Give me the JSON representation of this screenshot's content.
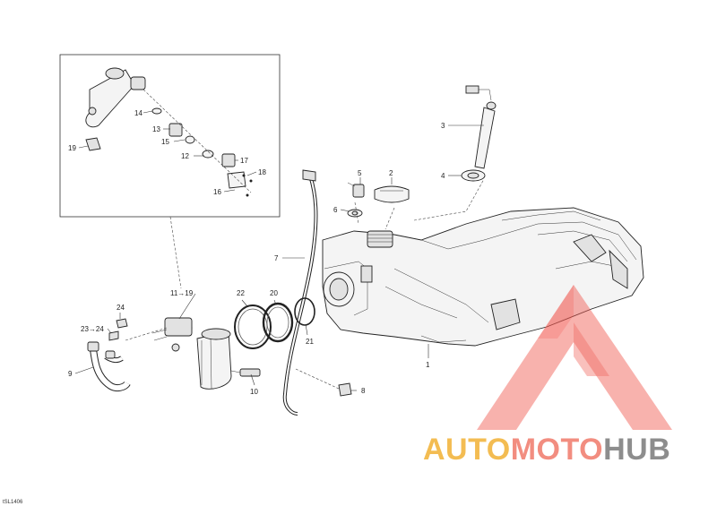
{
  "diagram": {
    "callouts": {
      "c1": "1",
      "c2": "2",
      "c3": "3",
      "c4": "4",
      "c5": "5",
      "c6": "6",
      "c7": "7",
      "c8": "8",
      "c9": "9",
      "c10": "10",
      "c11_19": "11→19",
      "c12": "12",
      "c13": "13",
      "c14": "14",
      "c15": "15",
      "c16": "16",
      "c17": "17",
      "c18": "18",
      "c19": "19",
      "c20": "20",
      "c21": "21",
      "c22": "22",
      "c23_24": "23→24",
      "c24": "24"
    },
    "code": "tSL1406"
  },
  "watermark": {
    "auto": "AUTO",
    "moto": "MOTO",
    "hub": "HUB",
    "colors": {
      "auto": "#f2b134",
      "moto": "#f07a6a",
      "hub": "#7a7a7a",
      "triangle": "#f05a50"
    }
  }
}
